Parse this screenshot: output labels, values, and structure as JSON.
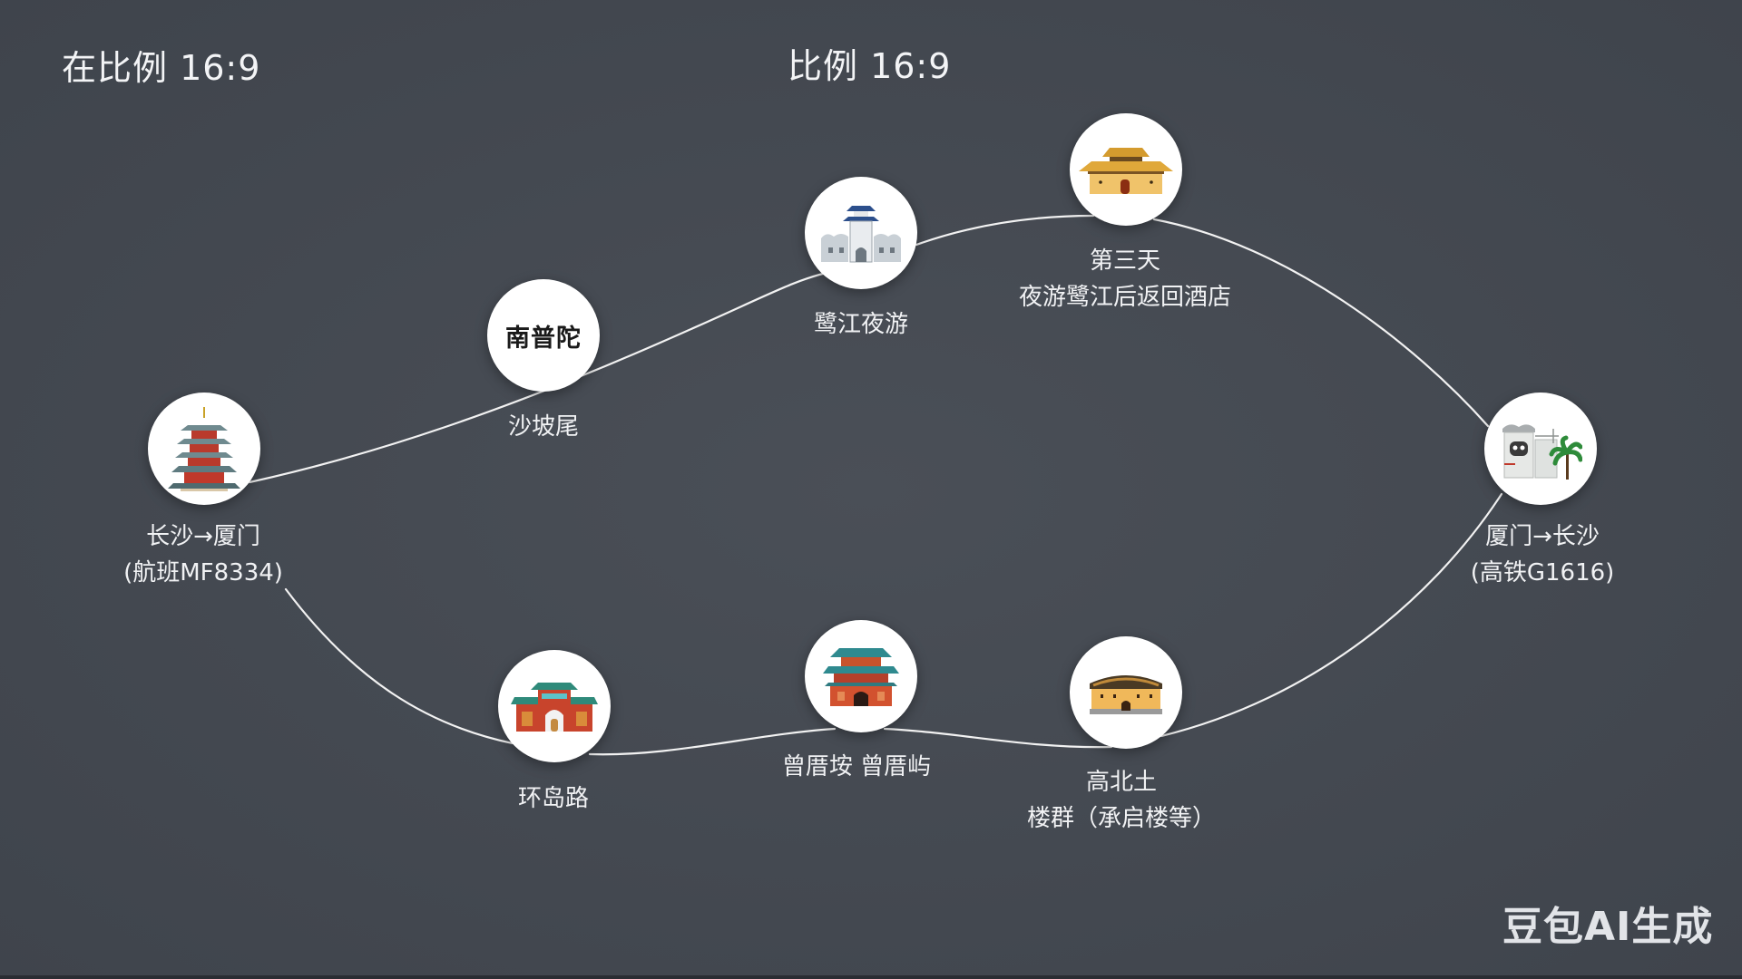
{
  "header": {
    "left_title": "在比例 16:9",
    "center_title": "比例 16:9"
  },
  "route": {
    "line_color": "#f2f2f2",
    "nodes": [
      {
        "id": "changsha-xiamen",
        "icon": "pagoda-icon",
        "lines": [
          "长沙→厦门",
          "(航班MF8334)"
        ]
      },
      {
        "id": "nanputuo",
        "icon": "",
        "circle_text": "南普陀",
        "lines": [
          "沙坡尾"
        ]
      },
      {
        "id": "egret-river",
        "icon": "gate-tower-icon",
        "lines": [
          "鹭江夜游"
        ]
      },
      {
        "id": "day-three",
        "icon": "palace-icon",
        "lines": [
          "第三天",
          "夜游鹭江后返回酒店"
        ]
      },
      {
        "id": "xiamen-changsha",
        "icon": "street-palm-icon",
        "lines": [
          "厦门→长沙",
          "(高铁G1616)"
        ]
      },
      {
        "id": "huandao-road",
        "icon": "archway-icon",
        "lines": [
          "环岛路"
        ]
      },
      {
        "id": "zengcuoan",
        "icon": "temple-icon",
        "lines": [
          "曾厝垵 曾厝屿"
        ]
      },
      {
        "id": "tulou",
        "icon": "tulou-icon",
        "lines": [
          "高北土",
          "楼群（承启楼等）"
        ]
      }
    ]
  },
  "watermark": "豆包AI生成"
}
